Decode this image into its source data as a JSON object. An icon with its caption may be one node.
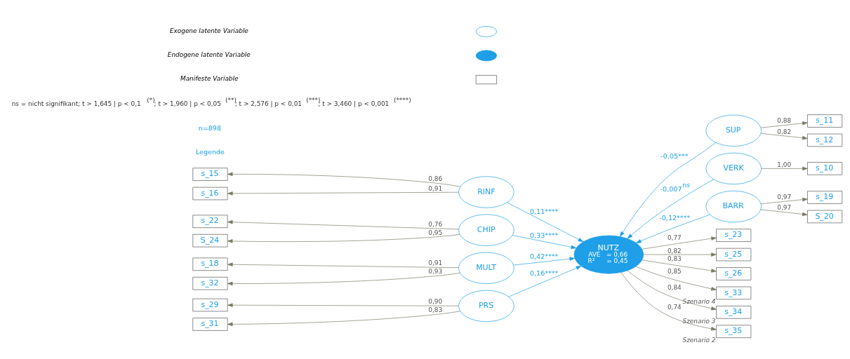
{
  "diagram": {
    "nodes": [
      {
        "text": [
          "NUTZ",
          "AVE   = 0,66",
          "R²      = 0,45"
        ]
      },
      {
        "text": [
          "RINF"
        ]
      },
      {
        "text": [
          "CHIP"
        ]
      },
      {
        "text": [
          "MULT"
        ]
      },
      {
        "text": [
          "PRS"
        ]
      },
      {
        "text": [
          "SUP"
        ]
      },
      {
        "text": [
          "VERK"
        ]
      },
      {
        "text": [
          "BARR"
        ]
      },
      {
        "text": [
          "s_15"
        ]
      },
      {
        "text": [
          "s_16"
        ]
      },
      {
        "text": [
          "s_22"
        ]
      },
      {
        "text": [
          "S_24"
        ]
      },
      {
        "text": [
          "s_18"
        ]
      },
      {
        "text": [
          "s_32"
        ]
      },
      {
        "text": [
          "s_29"
        ]
      },
      {
        "text": [
          "s_31"
        ]
      },
      {
        "text": [
          "s_11"
        ]
      },
      {
        "text": [
          "s_12"
        ]
      },
      {
        "text": [
          "s_10"
        ]
      },
      {
        "text": [
          "s_19"
        ]
      },
      {
        "text": [
          "S_20"
        ]
      },
      {
        "text": [
          "s_23"
        ]
      },
      {
        "text": [
          "s_25"
        ]
      },
      {
        "text": [
          "s_26"
        ]
      },
      {
        "text": [
          "s_33"
        ],
        "beside": [
          "Szenario 4"
        ]
      },
      {
        "text": [
          "s_34"
        ],
        "beside": [
          "Szenario 3"
        ]
      },
      {
        "text": [
          "s_35"
        ],
        "beside": [
          "Szenario 2"
        ]
      }
    ],
    "edges": [
      {
        "from": 1,
        "to": 0,
        "arrow": "to",
        "label": "0,11****",
        "color": "#1e9fe8"
      },
      {
        "from": 2,
        "to": 0,
        "arrow": "to",
        "label": "0,33****",
        "color": "#1e9fe8"
      },
      {
        "from": 3,
        "to": 0,
        "arrow": "to",
        "label": "0,42****",
        "color": "#1e9fe8"
      },
      {
        "from": 4,
        "to": 0,
        "arrow": "to",
        "label": "0,16****",
        "color": "#1e9fe8"
      },
      {
        "from": 5,
        "to": 0,
        "arrow": "to",
        "label": "-0,05***",
        "color": "#1e9fe8"
      },
      {
        "from": 6,
        "to": 0,
        "arrow": "to",
        "label": "-0,007$^{ns}$",
        "color": "#1e9fe8"
      },
      {
        "from": 7,
        "to": 0,
        "arrow": "to",
        "label": "-0,12****",
        "color": "#1e9fe8"
      },
      {
        "from": 1,
        "to": 8,
        "arrow": "to",
        "label": "0,86"
      },
      {
        "from": 1,
        "to": 9,
        "arrow": "to",
        "label": "0,91"
      },
      {
        "from": 2,
        "to": 10,
        "arrow": "to",
        "label": "0,76"
      },
      {
        "from": 2,
        "to": 11,
        "arrow": "to",
        "label": "0,95"
      },
      {
        "from": 3,
        "to": 12,
        "arrow": "to",
        "label": "0,91"
      },
      {
        "from": 3,
        "to": 13,
        "arrow": "to",
        "label": "0,93"
      },
      {
        "from": 4,
        "to": 14,
        "arrow": "to",
        "label": "0,90"
      },
      {
        "from": 4,
        "to": 15,
        "arrow": "to",
        "label": "0,83"
      },
      {
        "from": 5,
        "to": 16,
        "arrow": "to",
        "label": "0,88"
      },
      {
        "from": 5,
        "to": 17,
        "arrow": "to",
        "label": "0,82"
      },
      {
        "from": 6,
        "to": 18,
        "arrow": "to",
        "label": "1,00"
      },
      {
        "from": 7,
        "to": 19,
        "arrow": "to",
        "label": "0,97"
      },
      {
        "from": 7,
        "to": 20,
        "arrow": "to",
        "label": "0,97"
      },
      {
        "from": 0,
        "to": 21,
        "arrow": "to",
        "label": "0,77"
      },
      {
        "from": 0,
        "to": 22,
        "arrow": "to",
        "label": "0,82"
      },
      {
        "from": 0,
        "to": 23,
        "arrow": "to",
        "label": "0,83"
      },
      {
        "from": 0,
        "to": 24,
        "arrow": "to",
        "label": "0,85"
      },
      {
        "from": 0,
        "to": 25,
        "arrow": "to",
        "label": "0,84"
      },
      {
        "from": 0,
        "to": 26,
        "arrow": "to",
        "label": "0,74"
      }
    ],
    "labels": [
      "Legende",
      "n=898",
      "ns = nicht signifikant; t > 1,645 | p < 0,1 $^{(*)}$; t > 1,960 | p < 0,05 $^{(**)}$; t > 2,576 | p < 0,01 $^{(***)}$; t > 3,460 | p < 0,001 $^{(****)}$"
    ],
    "legend": [
      {
        "text": "Exogene latente Variable"
      },
      {
        "text": "Endogene latente Variable"
      },
      {
        "text": "Manifeste Variable"
      }
    ]
  }
}
